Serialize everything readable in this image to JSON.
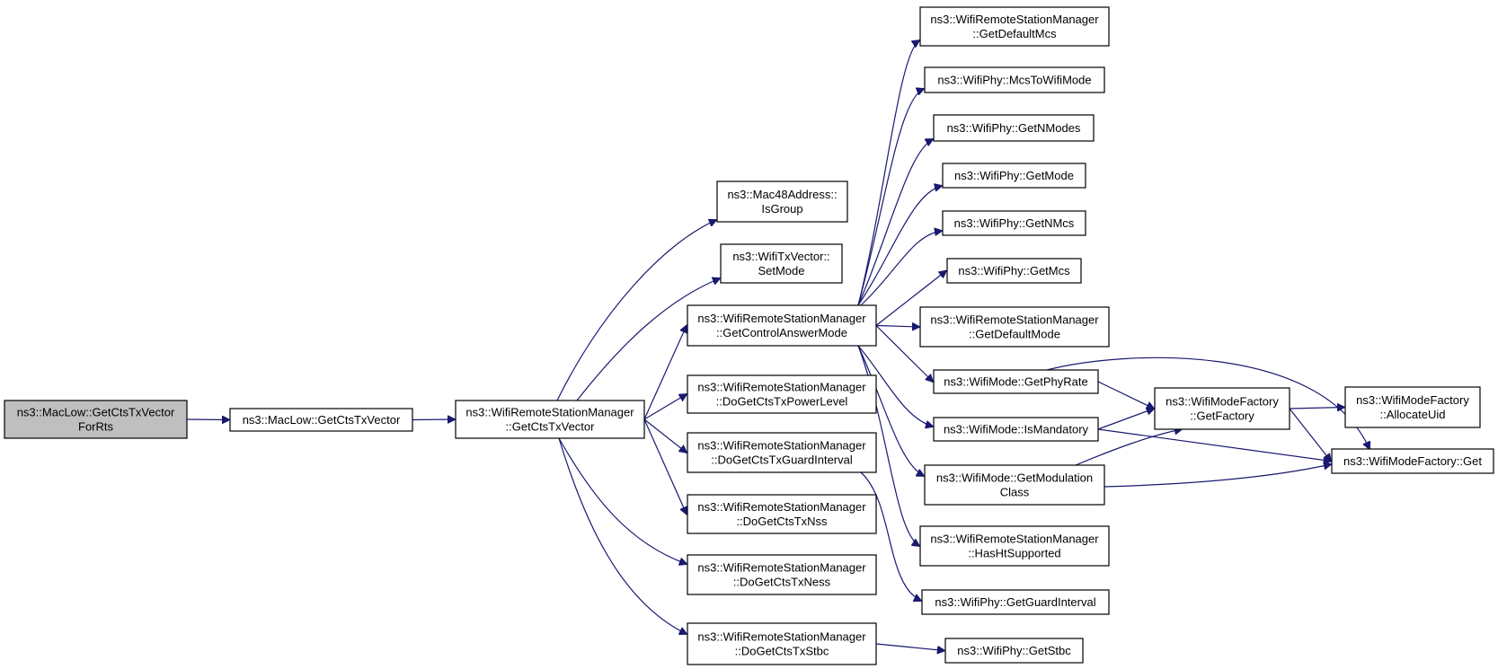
{
  "nodes": {
    "get_cts_tx_vector_for_rts": {
      "lines": [
        "ns3::MacLow::GetCtsTxVector",
        "ForRts"
      ],
      "root": true
    },
    "maclow_get_cts_tx_vector": {
      "lines": [
        "ns3::MacLow::GetCtsTxVector"
      ]
    },
    "wrsm_get_cts_tx_vector": {
      "lines": [
        "ns3::WifiRemoteStationManager",
        "::GetCtsTxVector"
      ]
    },
    "mac48_is_group": {
      "lines": [
        "ns3::Mac48Address::",
        "IsGroup"
      ]
    },
    "txvector_set_mode": {
      "lines": [
        "ns3::WifiTxVector::",
        "SetMode"
      ]
    },
    "wrsm_get_control_answer_mode": {
      "lines": [
        "ns3::WifiRemoteStationManager",
        "::GetControlAnswerMode"
      ]
    },
    "wrsm_do_get_cts_tx_power_level": {
      "lines": [
        "ns3::WifiRemoteStationManager",
        "::DoGetCtsTxPowerLevel"
      ]
    },
    "wrsm_do_get_cts_tx_guard_interval": {
      "lines": [
        "ns3::WifiRemoteStationManager",
        "::DoGetCtsTxGuardInterval"
      ]
    },
    "wrsm_do_get_cts_tx_nss": {
      "lines": [
        "ns3::WifiRemoteStationManager",
        "::DoGetCtsTxNss"
      ]
    },
    "wrsm_do_get_cts_tx_ness": {
      "lines": [
        "ns3::WifiRemoteStationManager",
        "::DoGetCtsTxNess"
      ]
    },
    "wrsm_do_get_cts_tx_stbc": {
      "lines": [
        "ns3::WifiRemoteStationManager",
        "::DoGetCtsTxStbc"
      ]
    },
    "wrsm_get_default_mcs": {
      "lines": [
        "ns3::WifiRemoteStationManager",
        "::GetDefaultMcs"
      ]
    },
    "phy_mcs_to_wifi_mode": {
      "lines": [
        "ns3::WifiPhy::McsToWifiMode"
      ]
    },
    "phy_get_n_modes": {
      "lines": [
        "ns3::WifiPhy::GetNModes"
      ]
    },
    "phy_get_mode": {
      "lines": [
        "ns3::WifiPhy::GetMode"
      ]
    },
    "phy_get_n_mcs": {
      "lines": [
        "ns3::WifiPhy::GetNMcs"
      ]
    },
    "phy_get_mcs": {
      "lines": [
        "ns3::WifiPhy::GetMcs"
      ]
    },
    "wrsm_get_default_mode": {
      "lines": [
        "ns3::WifiRemoteStationManager",
        "::GetDefaultMode"
      ]
    },
    "mode_get_phy_rate": {
      "lines": [
        "ns3::WifiMode::GetPhyRate"
      ]
    },
    "mode_is_mandatory": {
      "lines": [
        "ns3::WifiMode::IsMandatory"
      ]
    },
    "mode_get_modulation_class": {
      "lines": [
        "ns3::WifiMode::GetModulation",
        "Class"
      ]
    },
    "wrsm_has_ht_supported": {
      "lines": [
        "ns3::WifiRemoteStationManager",
        "::HasHtSupported"
      ]
    },
    "phy_get_guard_interval": {
      "lines": [
        "ns3::WifiPhy::GetGuardInterval"
      ]
    },
    "phy_get_stbc": {
      "lines": [
        "ns3::WifiPhy::GetStbc"
      ]
    },
    "modefactory_get_factory": {
      "lines": [
        "ns3::WifiModeFactory",
        "::GetFactory"
      ]
    },
    "modefactory_allocate_uid": {
      "lines": [
        "ns3::WifiModeFactory",
        "::AllocateUid"
      ]
    },
    "modefactory_get": {
      "lines": [
        "ns3::WifiModeFactory::Get"
      ]
    }
  },
  "edges": [
    [
      "get_cts_tx_vector_for_rts",
      "maclow_get_cts_tx_vector"
    ],
    [
      "maclow_get_cts_tx_vector",
      "wrsm_get_cts_tx_vector"
    ],
    [
      "wrsm_get_cts_tx_vector",
      "mac48_is_group"
    ],
    [
      "wrsm_get_cts_tx_vector",
      "txvector_set_mode"
    ],
    [
      "wrsm_get_cts_tx_vector",
      "wrsm_get_control_answer_mode"
    ],
    [
      "wrsm_get_cts_tx_vector",
      "wrsm_do_get_cts_tx_power_level"
    ],
    [
      "wrsm_get_cts_tx_vector",
      "wrsm_do_get_cts_tx_guard_interval"
    ],
    [
      "wrsm_get_cts_tx_vector",
      "wrsm_do_get_cts_tx_nss"
    ],
    [
      "wrsm_get_cts_tx_vector",
      "wrsm_do_get_cts_tx_ness"
    ],
    [
      "wrsm_get_cts_tx_vector",
      "wrsm_do_get_cts_tx_stbc"
    ],
    [
      "wrsm_get_control_answer_mode",
      "wrsm_get_default_mcs"
    ],
    [
      "wrsm_get_control_answer_mode",
      "phy_mcs_to_wifi_mode"
    ],
    [
      "wrsm_get_control_answer_mode",
      "phy_get_n_modes"
    ],
    [
      "wrsm_get_control_answer_mode",
      "phy_get_mode"
    ],
    [
      "wrsm_get_control_answer_mode",
      "phy_get_n_mcs"
    ],
    [
      "wrsm_get_control_answer_mode",
      "phy_get_mcs"
    ],
    [
      "wrsm_get_control_answer_mode",
      "wrsm_get_default_mode"
    ],
    [
      "wrsm_get_control_answer_mode",
      "mode_get_phy_rate"
    ],
    [
      "wrsm_get_control_answer_mode",
      "mode_is_mandatory"
    ],
    [
      "wrsm_get_control_answer_mode",
      "mode_get_modulation_class"
    ],
    [
      "wrsm_get_control_answer_mode",
      "wrsm_has_ht_supported"
    ],
    [
      "wrsm_do_get_cts_tx_guard_interval",
      "phy_get_guard_interval"
    ],
    [
      "wrsm_do_get_cts_tx_stbc",
      "phy_get_stbc"
    ],
    [
      "mode_get_phy_rate",
      "modefactory_get_factory"
    ],
    [
      "mode_get_phy_rate",
      "modefactory_get"
    ],
    [
      "mode_is_mandatory",
      "modefactory_get_factory"
    ],
    [
      "mode_is_mandatory",
      "modefactory_get"
    ],
    [
      "mode_get_modulation_class",
      "modefactory_get_factory"
    ],
    [
      "mode_get_modulation_class",
      "modefactory_get"
    ],
    [
      "modefactory_get_factory",
      "modefactory_allocate_uid"
    ],
    [
      "modefactory_get_factory",
      "modefactory_get"
    ]
  ],
  "colors": {
    "edge": "#191970",
    "root_fill": "#bfbfbf",
    "node_fill": "#ffffff",
    "border": "#000000"
  }
}
